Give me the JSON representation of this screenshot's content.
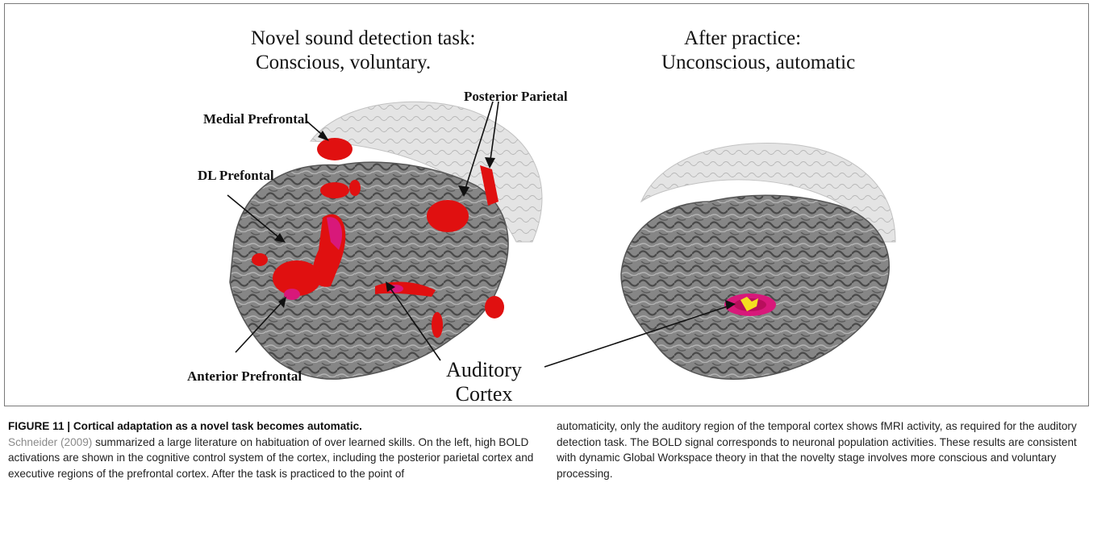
{
  "figure": {
    "left_title_line1": "Novel sound detection task:",
    "left_title_line2": "Conscious, voluntary.",
    "right_title_line1": "After practice:",
    "right_title_line2": "Unconscious, automatic",
    "labels": {
      "posterior_parietal": "Posterior Parietal",
      "medial_prefrontal": "Medial Prefrontal",
      "dl_prefrontal": "DL Prefontal",
      "anterior_prefrontal": "Anterior Prefrontal",
      "auditory_line1": "Auditory",
      "auditory_line2": "Cortex"
    },
    "colors": {
      "activation_red": "#e01010",
      "activation_magenta": "#d8187a",
      "activation_yellow": "#f4e020",
      "brain_gray": "#8a8a8a",
      "glass_brain": "#d6d6d6"
    }
  },
  "caption": {
    "heading": "FIGURE 11 | Cortical adaptation as a novel task becomes automatic.",
    "citation": "Schneider (2009)",
    "col1_rest": " summarized a large literature on habituation of over learned skills. On the left, high BOLD activations are shown in the cognitive control system of the cortex, including the posterior parietal cortex and executive regions of the prefrontal cortex. After the task is practiced to the point of",
    "col2": "automaticity, only the auditory region of the temporal cortex shows fMRI activity, as required for the auditory detection task. The BOLD signal corresponds to neuronal population activities. These results are consistent with dynamic Global Workspace theory in that the novelty stage involves more conscious and voluntary processing."
  }
}
